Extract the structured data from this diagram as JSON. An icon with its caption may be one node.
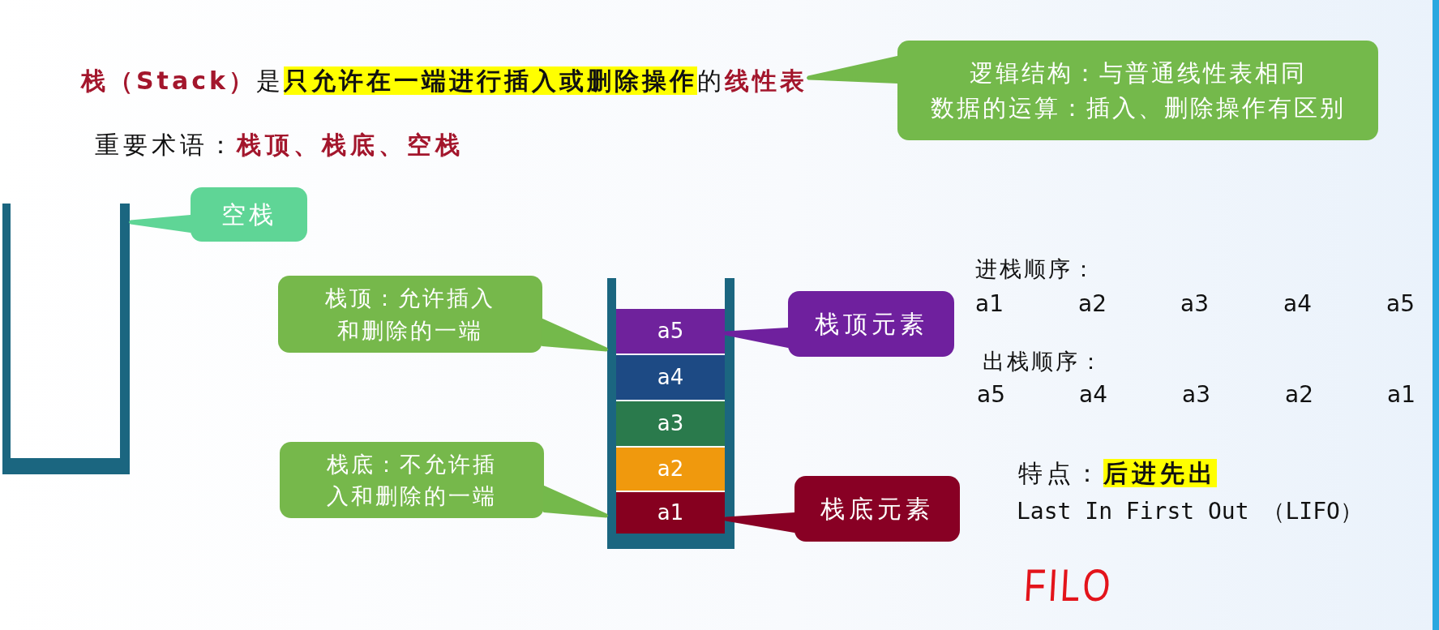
{
  "diagram": {
    "nodes": [
      {
        "text": [
          "**栈（Stack）**是**只允许在一端进行插入或删除操作**的**线性表**"
        ]
      },
      {
        "text": [
          "逻辑结构：与普通线性表相同",
          "数据的运算：插入、删除操作有区别"
        ]
      },
      {
        "text": [],
        "shape": "container"
      },
      {
        "text": [
          "空栈"
        ]
      },
      {
        "text": [
          "栈顶：允许插入和删除的一端"
        ]
      },
      {
        "text": [],
        "shape": "container"
      },
      {
        "text": [
          "a5"
        ],
        "in": 5
      },
      {
        "text": [
          "a4"
        ],
        "in": 5
      },
      {
        "text": [
          "a3"
        ],
        "in": 5
      },
      {
        "text": [
          "a2"
        ],
        "in": 5
      },
      {
        "text": [
          "a1"
        ],
        "in": 5
      },
      {
        "text": [
          "栈顶元素"
        ]
      },
      {
        "text": [
          "栈底：不允许插入和删除的一端"
        ]
      },
      {
        "text": [
          "栈底元素"
        ]
      }
    ],
    "edges": [
      {
        "from": 1,
        "to": 0,
        "arrow": "none"
      },
      {
        "from": 3,
        "to": 2,
        "arrow": "none",
        "color": "#5fd596"
      },
      {
        "from": 4,
        "to": 5,
        "arrow": "none"
      },
      {
        "from": 11,
        "to": 6,
        "arrow": "none",
        "color": "#6f209e"
      },
      {
        "from": 12,
        "to": 5,
        "arrow": "none"
      },
      {
        "from": 13,
        "to": 10,
        "arrow": "none",
        "color": "#880024"
      }
    ],
    "labels": [
      "重要术语：**栈顶、栈底、空栈**",
      "进栈顺序：",
      "a1",
      "a2",
      "a3",
      "a4",
      "a5",
      "出栈顺序：",
      "a5",
      "a4",
      "a3",
      "a2",
      "a1",
      "特点：**后进先出**",
      "Last In First Out （LIFO）",
      "FILO"
    ]
  }
}
